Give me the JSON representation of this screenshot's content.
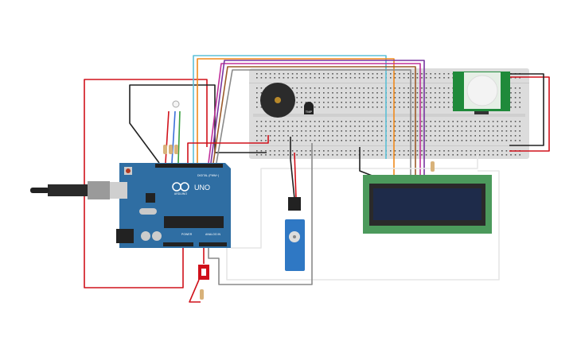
{
  "components": {
    "arduino": {
      "model": "UNO",
      "brand": "ARDUINO",
      "digital_label": "DIGITAL (PWM~)",
      "power_label": "POWER",
      "analog_label": "ANALOG IN",
      "color": "#2f6ea3"
    },
    "temperature_sensor": {
      "label": "TMP"
    },
    "breadboard": {
      "color": "#dcdcdc"
    },
    "buzzer": {
      "color": "#2b2b2b"
    },
    "pir_sensor": {
      "color": "#1f8a3a"
    },
    "lcd": {
      "color": "#4c9a5c",
      "screen_color": "#1e2b4a"
    },
    "servo": {
      "color": "#2f78c4"
    },
    "slide_switch": {
      "color": "#d0101a"
    }
  },
  "wire_colors": {
    "red": "#d0121b",
    "black": "#222222",
    "cyan": "#5bc0d8",
    "orange": "#f08a1c",
    "brown": "#9b5a2a",
    "magenta": "#c0309a",
    "purple": "#7a35a0",
    "gray": "#8a8a8a",
    "white": "#e6e6e6",
    "blue": "#3a6fd8",
    "green": "#3aa040"
  }
}
